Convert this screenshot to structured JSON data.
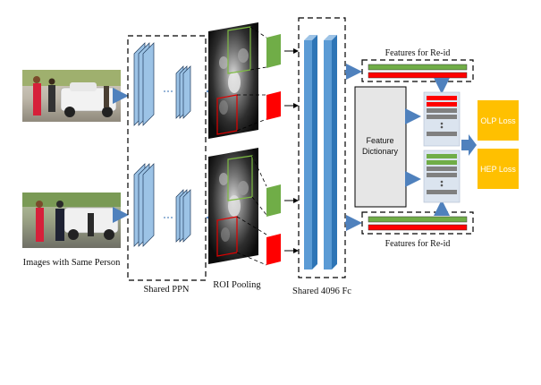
{
  "labels": {
    "input_caption": "Images with Same Person",
    "ppn_caption": "Shared PPN",
    "roi_caption": "ROI Pooling",
    "fc_caption": "Shared 4096 Fc",
    "features_top": "Features for Re-id",
    "features_bottom": "Features for Re-id",
    "dictionary_line1": "Feature",
    "dictionary_line2": "Dictionary",
    "olp_loss": "OLP Loss",
    "hep_loss": "HEP Loss"
  },
  "colors": {
    "layer_blue": "#9cc3e6",
    "fc_blue": "#5b9bd5",
    "arrow_blue": "#4f81bd",
    "feature_green": "#70ad47",
    "feature_red": "#ff0000",
    "roi_green": "#7dbb42",
    "roi_red": "#e00000",
    "loss_orange": "#ffc000",
    "dictionary_gray": "#e6e6e6",
    "slot_gray": "#808080"
  },
  "icons": {
    "input_images": "photo-street-scene",
    "feature_maps": "feature-map-heatmap"
  }
}
